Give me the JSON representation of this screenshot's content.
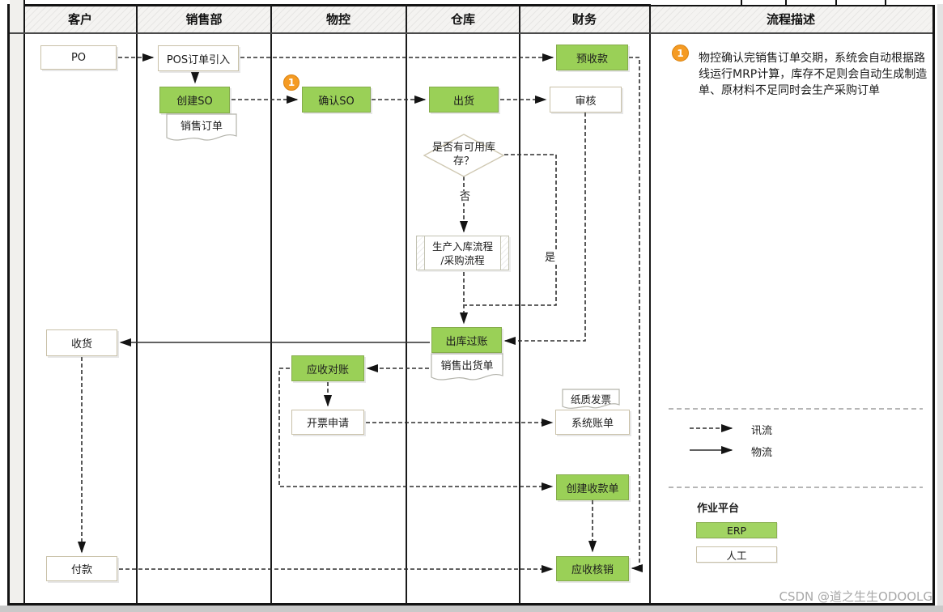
{
  "lanes": [
    {
      "label": "客户"
    },
    {
      "label": "销售部"
    },
    {
      "label": "物控"
    },
    {
      "label": "仓库"
    },
    {
      "label": "财务"
    },
    {
      "label": "流程描述"
    }
  ],
  "nodes": {
    "po": {
      "label": "PO"
    },
    "pos_import": {
      "label": "POS订单引入"
    },
    "create_so": {
      "label": "创建SO"
    },
    "so_doc": {
      "label": "销售订单"
    },
    "confirm_so": {
      "label": "确认SO",
      "badge": "1"
    },
    "ship": {
      "label": "出货"
    },
    "advance_receipt": {
      "label": "预收款"
    },
    "review": {
      "label": "审核"
    },
    "stock_decision": {
      "label": "是否有可用库存？"
    },
    "predefined_process": {
      "line1": "生产入库流程",
      "line2": "/采购流程"
    },
    "outbound_posting": {
      "label": "出库过账"
    },
    "delivery_doc": {
      "label": "销售出货单"
    },
    "ar_reconcile": {
      "label": "应收对账"
    },
    "invoice_request": {
      "label": "开票申请"
    },
    "paper_invoice": {
      "label": "纸质发票"
    },
    "system_bill": {
      "label": "系统账单"
    },
    "create_receipt": {
      "label": "创建收款单"
    },
    "ar_writeoff": {
      "label": "应收核销"
    },
    "receive_goods": {
      "label": "收货"
    },
    "payment": {
      "label": "付款"
    }
  },
  "edge_labels": {
    "no": "否",
    "yes": "是"
  },
  "description": {
    "badge": "1",
    "text": "物控确认完销售订单交期，系统会自动根据路线运行MRP计算，库存不足则会自动生成制造单、原材料不足同时会生产采购订单"
  },
  "legend": {
    "info_flow": "讯流",
    "material_flow": "物流",
    "platform_title": "作业平台",
    "platforms": [
      {
        "label": "ERP"
      },
      {
        "label": "人工"
      }
    ]
  },
  "watermark": "CSDN @道之生生ODOOLG",
  "colors": {
    "node_green": "#9ad057",
    "badge_orange": "#f59b23",
    "line": "#2f2f2f"
  }
}
